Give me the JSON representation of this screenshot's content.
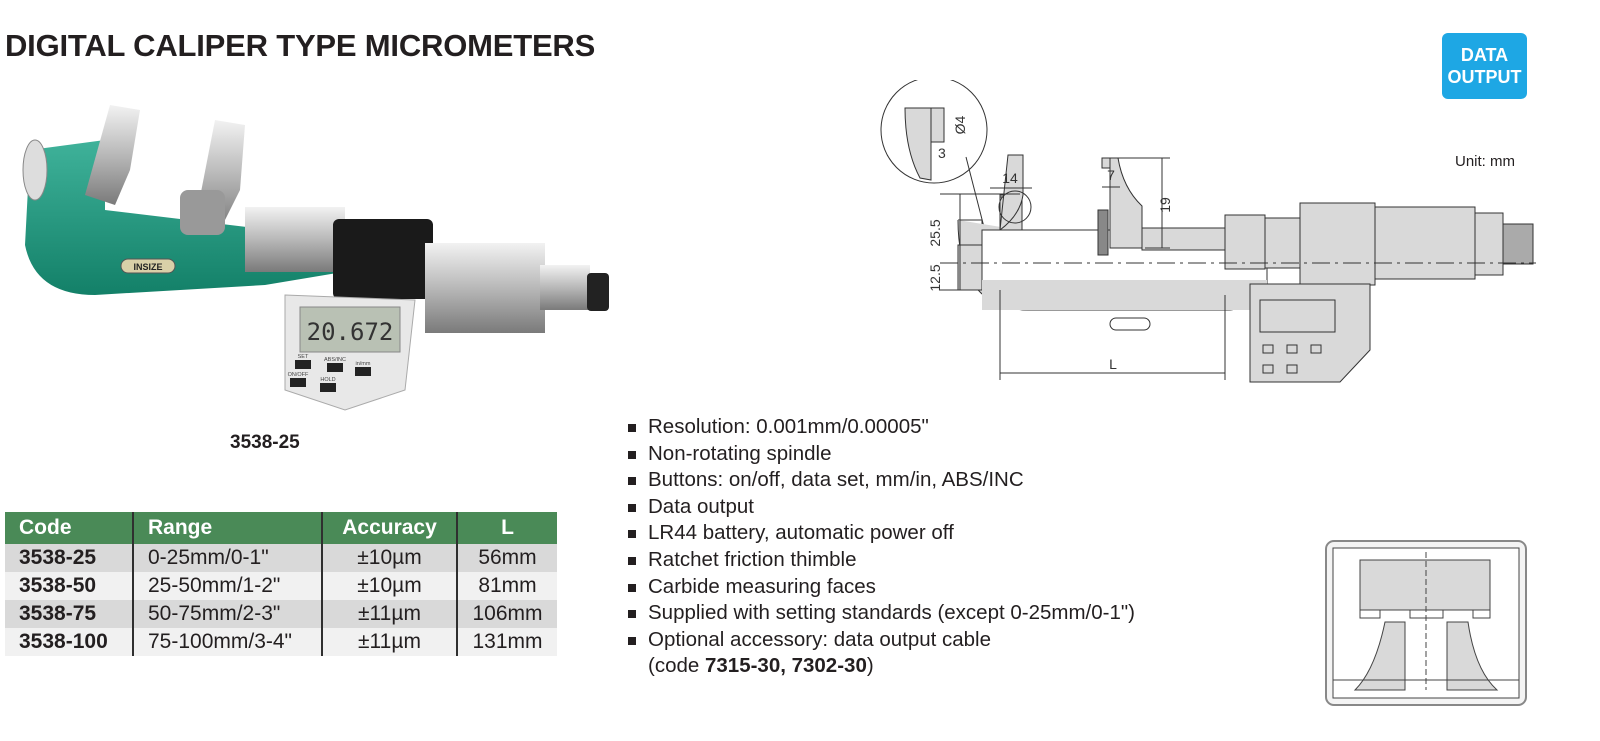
{
  "title": "DIGITAL CALIPER TYPE MICROMETERS",
  "badge": {
    "line1": "DATA",
    "line2": "OUTPUT",
    "color": "#1ea7e4"
  },
  "unit_label": "Unit: mm",
  "photo": {
    "caption": "3538-25",
    "lcd_reading": "20.672",
    "brand": "INSIZE",
    "buttons": [
      "SET",
      "ABS/INC",
      "ON/OFF",
      "HOLD",
      "in/mm"
    ]
  },
  "table": {
    "headers": [
      "Code",
      "Range",
      "Accuracy",
      "L"
    ],
    "rows": [
      [
        "3538-25",
        "0-25mm/0-1\"",
        "±10µm",
        "56mm"
      ],
      [
        "3538-50",
        "25-50mm/1-2\"",
        "±10µm",
        "81mm"
      ],
      [
        "3538-75",
        "50-75mm/2-3\"",
        "±11µm",
        "106mm"
      ],
      [
        "3538-100",
        "75-100mm/3-4\"",
        "±11µm",
        "131mm"
      ]
    ],
    "header_color": "#4a8a57"
  },
  "features": [
    "Resolution: 0.001mm/0.00005\"",
    "Non-rotating spindle",
    "Buttons: on/off, data set, mm/in, ABS/INC",
    "Data output",
    "LR44 battery, automatic power off",
    "Ratchet friction thimble",
    "Carbide measuring faces",
    "Supplied with setting standards (except 0-25mm/0-1\")",
    "Optional accessory: data output cable"
  ],
  "cable_note": {
    "prefix": "(code ",
    "codes": "7315-30, 7302-30",
    "suffix": ")"
  },
  "dimensions": {
    "d4": "Ø4",
    "d3": "3",
    "d14": "14",
    "d7": "7",
    "d19": "19",
    "d25_5": "25.5",
    "d12_5": "12.5",
    "L": "L"
  }
}
